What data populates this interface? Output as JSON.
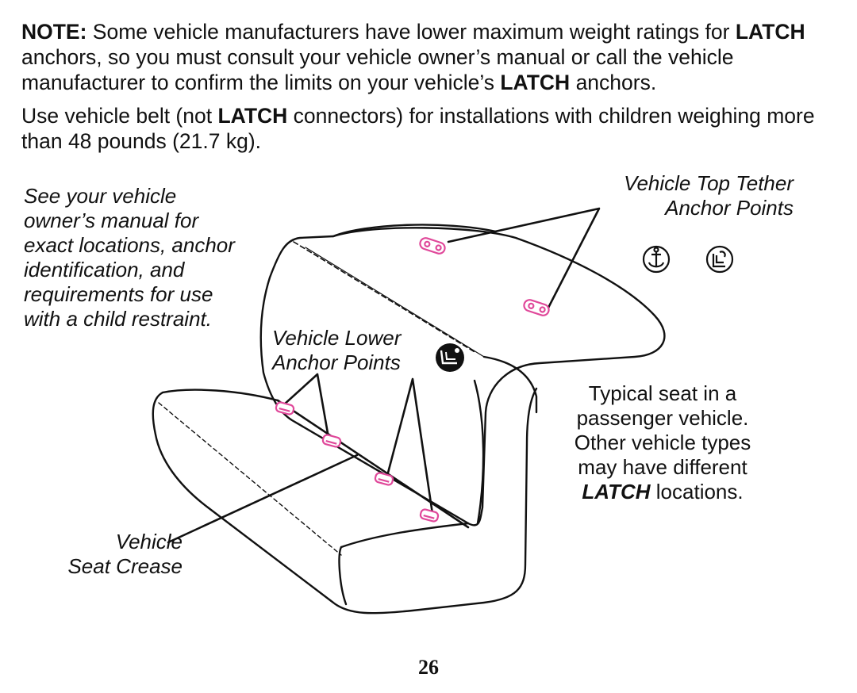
{
  "note": {
    "label": "NOTE:",
    "text_1": " Some vehicle manufacturers have lower maximum weight ratings for ",
    "latch_1": "LATCH",
    "text_2": " anchors, so you must consult your vehicle owner’s manual or call the vehicle manufacturer to confirm the limits on your vehicle’s ",
    "latch_2": "LATCH",
    "text_3": " anchors."
  },
  "belt_para": {
    "text_1": "Use vehicle belt (not ",
    "latch": "LATCH",
    "text_2": " connectors) for installations with children weighing more than 48 pounds (21.7 kg)."
  },
  "owner_note": {
    "line_1": "See your vehicle",
    "line_2": "owner’s manual for",
    "line_3": "exact locations, anchor",
    "line_4": "identification, and",
    "line_5": "requirements for use",
    "line_6": "with a child restraint."
  },
  "lower_anchor_label": {
    "line_1": "Vehicle Lower",
    "line_2": "Anchor Points"
  },
  "top_tether_label": {
    "line_1": "Vehicle Top Tether",
    "line_2": "Anchor Points"
  },
  "crease_label": {
    "line_1": "Vehicle",
    "line_2": "Seat Crease"
  },
  "typical_seat": {
    "line_1": "Typical seat in a",
    "line_2": "passenger vehicle.",
    "line_3": "Other vehicle types",
    "line_4": "may have different",
    "latch": "LATCH",
    "line_5_rest": " locations."
  },
  "icons": [
    "anchor-symbol-icon",
    "tether-seat-symbol-icon",
    "lower-anchor-seat-symbol-icon"
  ],
  "colors": {
    "anchor_marker": "#e0489a",
    "ink": "#111111"
  },
  "page_number": "26"
}
